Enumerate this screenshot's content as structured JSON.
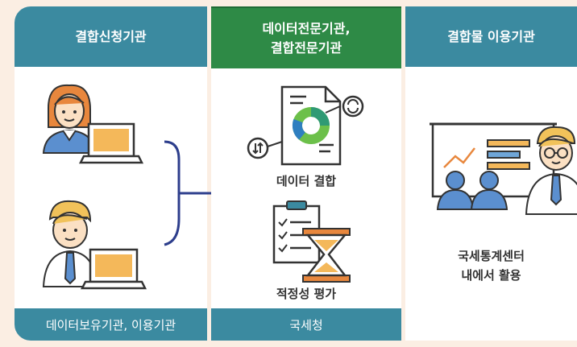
{
  "left": {
    "header": "결합신청기관",
    "footer": "데이터보유기관, 이용기관"
  },
  "middle": {
    "header_line1": "데이터전문기관,",
    "header_line2": "결합전문기관",
    "caption_join": "데이터 결합",
    "caption_eval": "적정성 평가",
    "footer": "국세청"
  },
  "right": {
    "header": "결합물 이용기관",
    "caption_line1": "국세통계센터",
    "caption_line2": "내에서 활용"
  },
  "colors": {
    "teal": "#3b8aa0",
    "green": "#2e8a46",
    "background": "#fbeee3",
    "connector": "#2d3e8c"
  }
}
